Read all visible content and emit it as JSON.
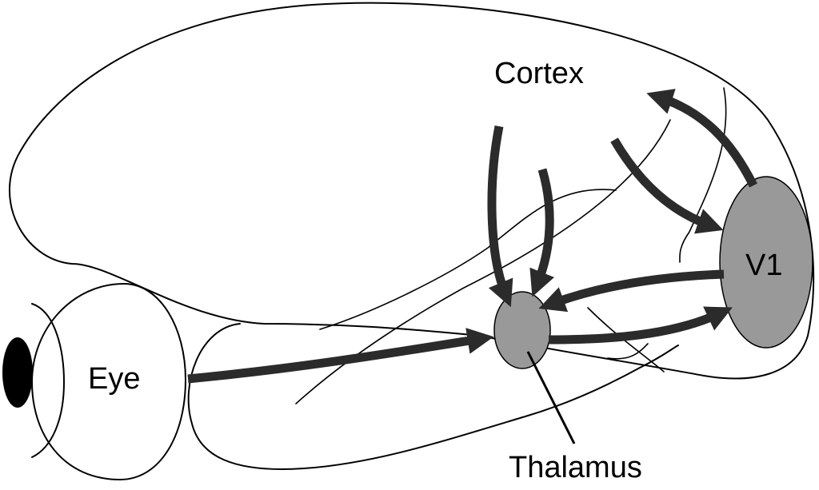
{
  "labels": {
    "eye": "Eye",
    "cortex": "Cortex",
    "v1": "V1",
    "thalamus": "Thalamus"
  },
  "colors": {
    "region_fill": "#999999",
    "arrow": "#2b2b2b",
    "outline": "#000000",
    "pupil": "#000000"
  }
}
